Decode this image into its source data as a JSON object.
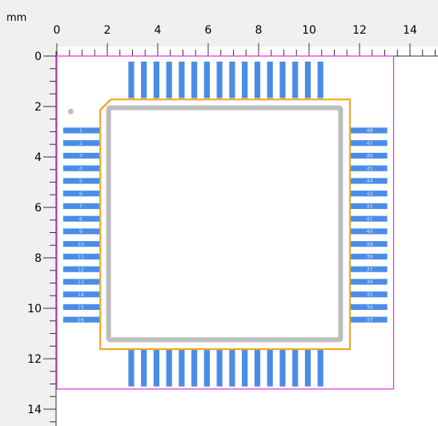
{
  "ruler": {
    "unit": "mm",
    "x_labels": [
      "0",
      "2",
      "4",
      "6",
      "8",
      "10",
      "12",
      "14"
    ],
    "y_labels": [
      "0",
      "2",
      "4",
      "6",
      "8",
      "10",
      "12",
      "14"
    ]
  },
  "footprint": {
    "left_pins": [
      "1",
      "2",
      "3",
      "4",
      "5",
      "6",
      "7",
      "8",
      "9",
      "10",
      "11",
      "12",
      "13",
      "14",
      "15",
      "16"
    ],
    "right_pins": [
      "48",
      "47",
      "46",
      "45",
      "44",
      "43",
      "42",
      "41",
      "40",
      "39",
      "38",
      "37",
      "36",
      "35",
      "34",
      "33"
    ],
    "top_pin_count": 16,
    "bottom_pin_count": 16
  },
  "colors": {
    "pad": "#4a8de6",
    "outline": "#f5a623",
    "body": "#bdbdbd",
    "boundary": "#e040e0",
    "pin1_dot": "#bdbdbd"
  }
}
